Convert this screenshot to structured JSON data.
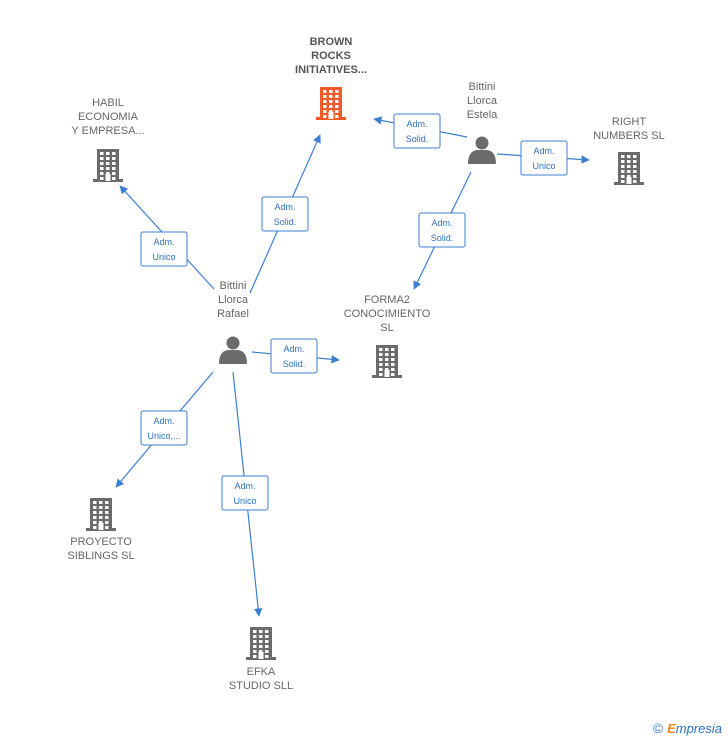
{
  "nodes": [
    {
      "id": "brown",
      "type": "company",
      "highlight": true,
      "label": [
        "BROWN",
        "ROCKS",
        "INITIATIVES..."
      ]
    },
    {
      "id": "habil",
      "type": "company",
      "label": [
        "HABIL",
        "ECONOMIA",
        "Y EMPRESA..."
      ]
    },
    {
      "id": "right",
      "type": "company",
      "label": [
        "RIGHT",
        "NUMBERS  SL"
      ]
    },
    {
      "id": "forma2",
      "type": "company",
      "label": [
        "FORMA2",
        "CONOCIMIENTO",
        "SL"
      ]
    },
    {
      "id": "proyecto",
      "type": "company",
      "label": [
        "PROYECTO",
        "SIBLINGS  SL"
      ]
    },
    {
      "id": "efka",
      "type": "company",
      "label": [
        "EFKA",
        "STUDIO  SLL"
      ]
    },
    {
      "id": "estela",
      "type": "person",
      "label": [
        "Bittini",
        "Llorca",
        "Estela"
      ]
    },
    {
      "id": "rafael",
      "type": "person",
      "label": [
        "Bittini",
        "Llorca",
        "Rafael"
      ]
    }
  ],
  "edges": [
    {
      "from": "rafael",
      "to": "habil",
      "label": [
        "Adm.",
        "Unico"
      ]
    },
    {
      "from": "rafael",
      "to": "brown",
      "label": [
        "Adm.",
        "Solid."
      ]
    },
    {
      "from": "rafael",
      "to": "forma2",
      "label": [
        "Adm.",
        "Solid."
      ]
    },
    {
      "from": "rafael",
      "to": "proyecto",
      "label": [
        "Adm.",
        "Unico,..."
      ]
    },
    {
      "from": "rafael",
      "to": "efka",
      "label": [
        "Adm.",
        "Unico"
      ]
    },
    {
      "from": "estela",
      "to": "brown",
      "label": [
        "Adm.",
        "Solid."
      ]
    },
    {
      "from": "estela",
      "to": "right",
      "label": [
        "Adm.",
        "Unico"
      ]
    },
    {
      "from": "estela",
      "to": "forma2",
      "label": [
        "Adm.",
        "Solid."
      ]
    }
  ],
  "colors": {
    "company": "#6b6b6b",
    "highlight": "#f05a28",
    "person": "#6b6b6b",
    "edge": "#3d7fcf"
  },
  "footer": {
    "copyright": "©",
    "brand_first": "E",
    "brand_rest": "mpresia"
  }
}
